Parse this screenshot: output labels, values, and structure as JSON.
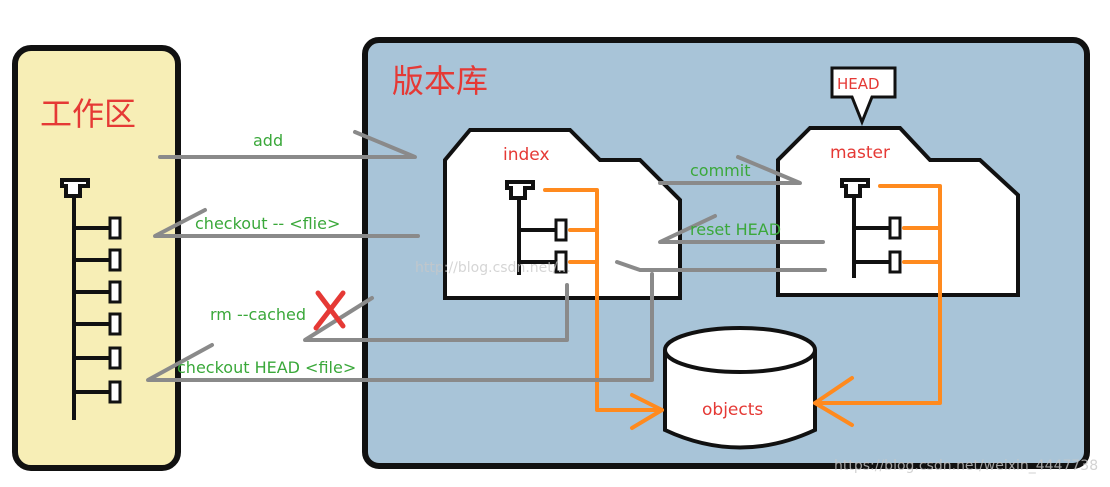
{
  "workspace": {
    "title": "工作区"
  },
  "repository": {
    "title": "版本库",
    "head_label": "HEAD",
    "index_label": "index",
    "master_label": "master",
    "objects_label": "objects"
  },
  "arrows": {
    "add": "add",
    "checkout_file": "checkout -- <flie>",
    "rm_cached": "rm --cached",
    "checkout_head": "checkout HEAD <file>",
    "commit": "commit",
    "reset_head": "reset HEAD"
  },
  "watermarks": {
    "center": "http://blog.csdn.net/...",
    "bottom": "https://blog.csdn.net/weixin_4447738"
  },
  "colors": {
    "workspace_fill": "#f7eeb6",
    "repo_fill": "#a8c4d8",
    "title_red": "#e53935",
    "label_green": "#3aa83a",
    "orange": "#ff8a1e",
    "gray_arrow": "#8a8a8a",
    "cross_red": "#e53935"
  }
}
